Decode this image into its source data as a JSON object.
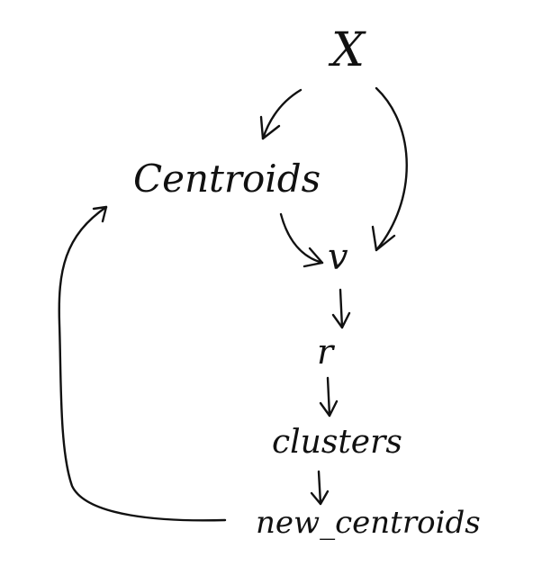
{
  "nodes": {
    "x": "X",
    "centroids": "Centroids",
    "v": "v",
    "r": "r",
    "clusters": "clusters",
    "new_centroids": "new_centroids"
  },
  "edges": [
    {
      "from": "X",
      "to": "Centroids"
    },
    {
      "from": "X",
      "to": "v"
    },
    {
      "from": "Centroids",
      "to": "v"
    },
    {
      "from": "v",
      "to": "r"
    },
    {
      "from": "r",
      "to": "clusters"
    },
    {
      "from": "clusters",
      "to": "new_centroids"
    },
    {
      "from": "new_centroids",
      "to": "Centroids"
    }
  ],
  "colors": {
    "ink": "#111111",
    "background": "#ffffff"
  }
}
